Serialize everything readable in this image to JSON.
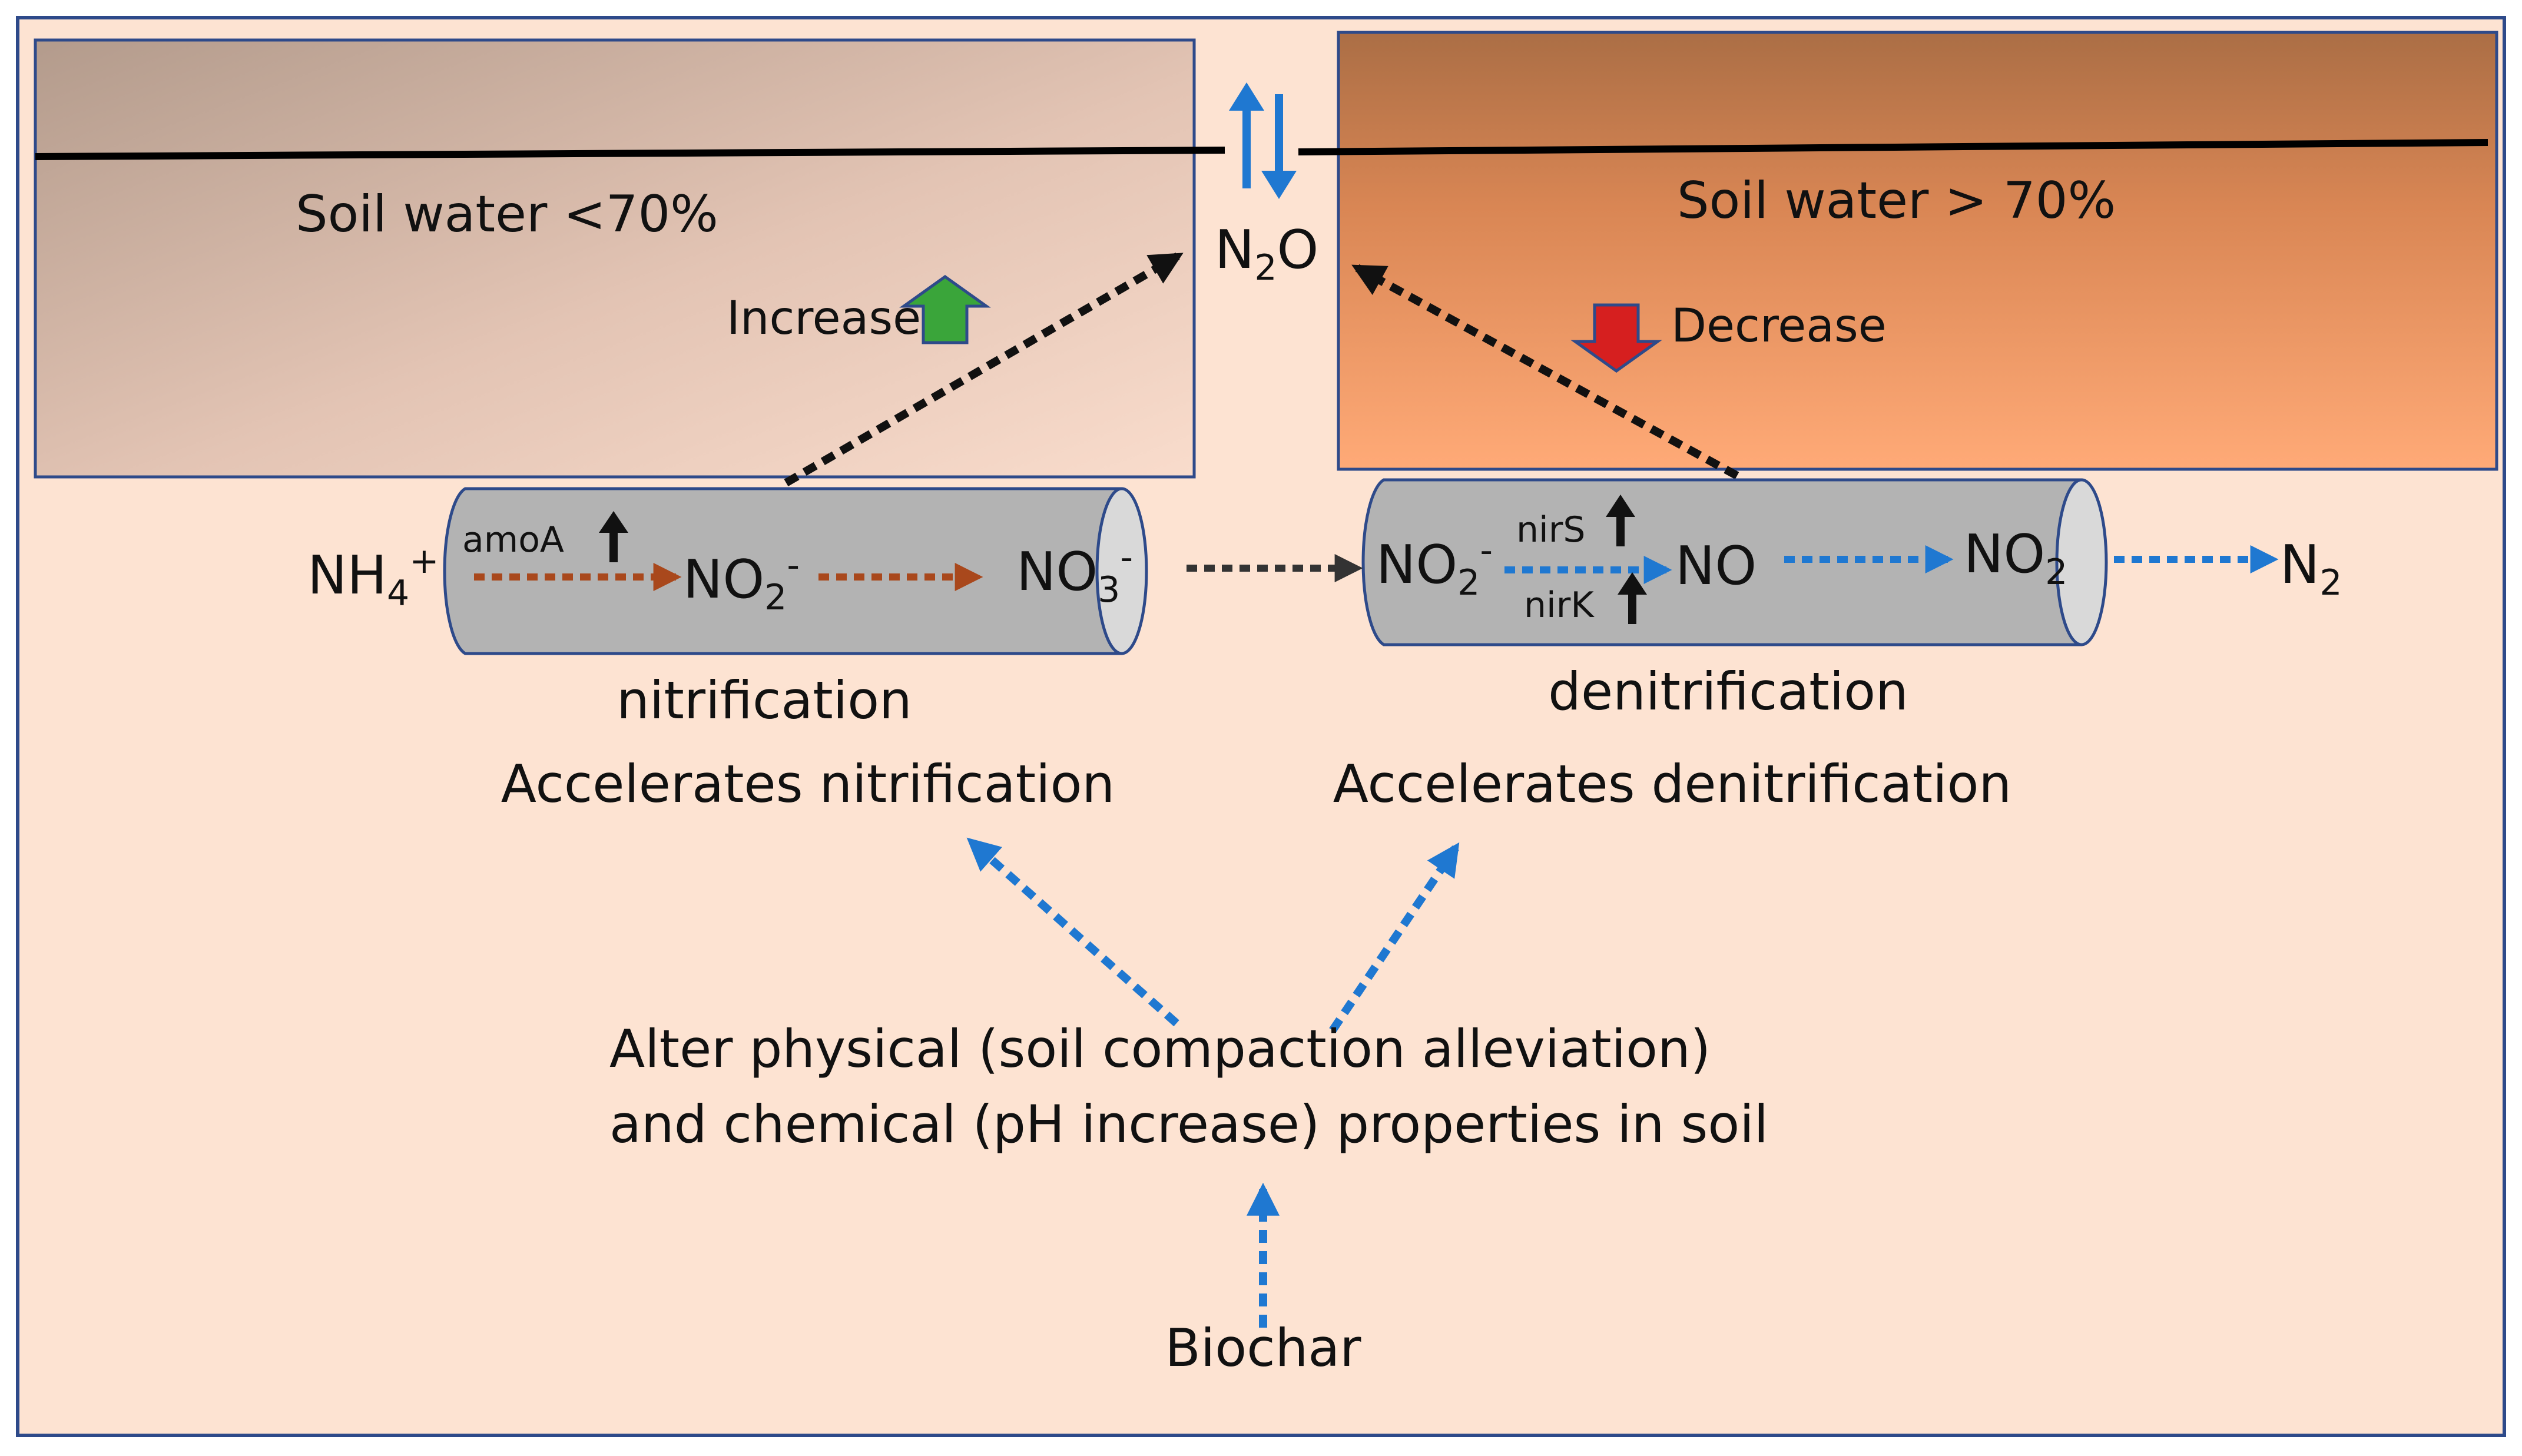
{
  "soil": {
    "dry_label": "Soil water <70%",
    "wet_label": "Soil water > 70%",
    "increase_label": "Increase",
    "decrease_label": "Decrease"
  },
  "n2o": {
    "base": "N",
    "sub": "2",
    "tail": "O"
  },
  "nitrification": {
    "nh4_base": "NH",
    "nh4_sub": "4",
    "nh4_sup": "+",
    "amoa_label": "amoA",
    "no2_base": "NO",
    "no2_sub": "2",
    "no2_sup": "-",
    "no3_base": "NO",
    "no3_sub": "3",
    "no3_sup": "-",
    "label": "nitrification",
    "accelerates": "Accelerates nitrification"
  },
  "denitrification": {
    "no2_base": "NO",
    "no2_sub": "2",
    "no2_sup": "-",
    "nirs_label": "nirS",
    "nirk_label": "nirK",
    "no_label": "NO",
    "no2b_base": "NO",
    "no2b_sub": "2",
    "n2_base": "N",
    "n2_sub": "2",
    "label": "denitrification",
    "accelerates": "Accelerates denitrification"
  },
  "properties": {
    "line1": "Alter physical (soil compaction alleviation)",
    "line2": "and chemical  (pH increase) properties in soil"
  },
  "biochar_label": "Biochar",
  "colors": {
    "background": "#fde3d2",
    "border_blue": "#2e4a8a",
    "blue_arrow": "#1f78d1",
    "rust_arrow": "#a9481c",
    "green_arrow": "#3aa53a",
    "red_arrow": "#d61f1f",
    "tube_fill": "#b3b3b3"
  }
}
